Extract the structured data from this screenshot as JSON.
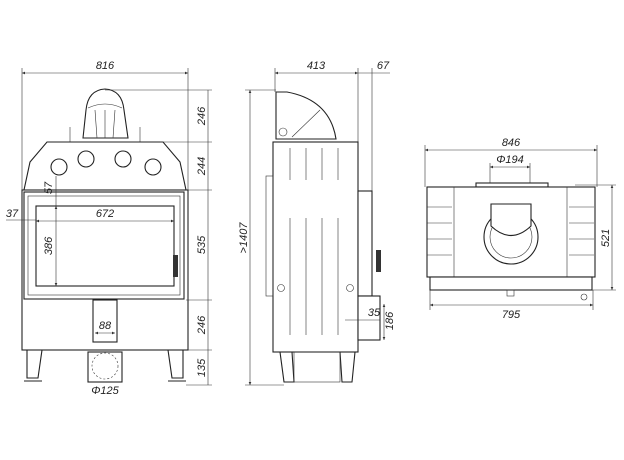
{
  "front_view": {
    "width_label": "816",
    "heights": [
      "246",
      "244",
      "535",
      "246",
      "135"
    ],
    "left_offset_label": "37",
    "top_offset_label": "57",
    "glass_width_label": "672",
    "glass_height_label": "386",
    "flue_width_label": "88",
    "spigot_label": "Φ125"
  },
  "side_view": {
    "depth_label": "413",
    "front_protrusion_label": "67",
    "total_height_label": ">1407",
    "inlet_offset_label": "35",
    "inlet_height_label": "186"
  },
  "top_view": {
    "width_label": "846",
    "flue_diameter_label": "Φ194",
    "depth_label": "521",
    "base_width_label": "795"
  }
}
